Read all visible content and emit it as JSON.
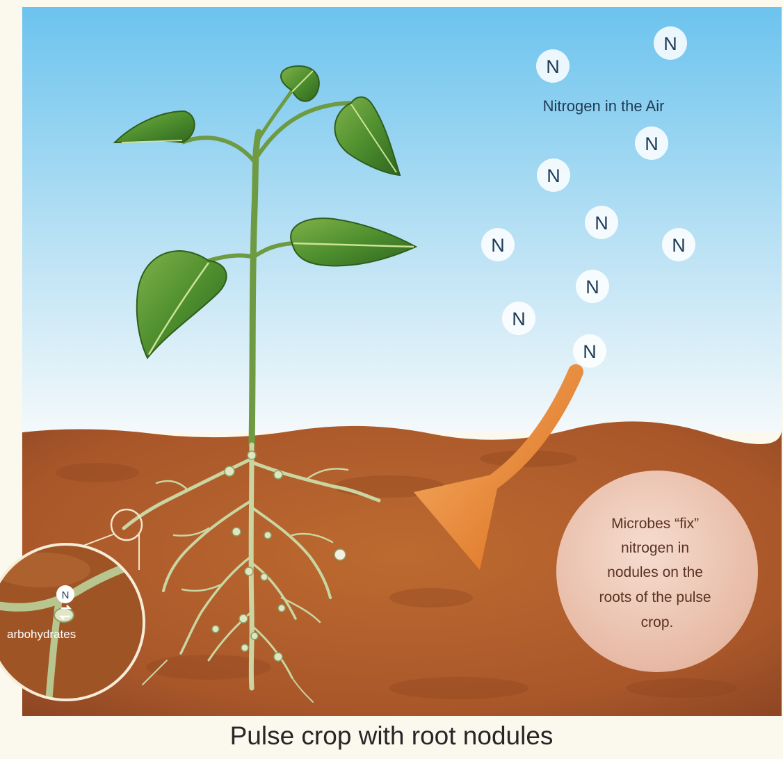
{
  "diagram": {
    "air_label": "Nitrogen in the Air",
    "nitrogen_symbol": "N",
    "bubble_lines": [
      "Microbes “fix”",
      "nitrogen in",
      "nodules on the",
      "roots of the pulse",
      "crop."
    ],
    "inset_label": "arbohydrates",
    "caption": "Pulse crop with root nodules"
  },
  "colors": {
    "sky_top": "#6cc3ee",
    "sky_bottom": "#f5f9fb",
    "soil": "#b35f2b",
    "arrow": "#e58a3c",
    "leaf": "#3f7f28",
    "root": "#c9d6a2"
  }
}
